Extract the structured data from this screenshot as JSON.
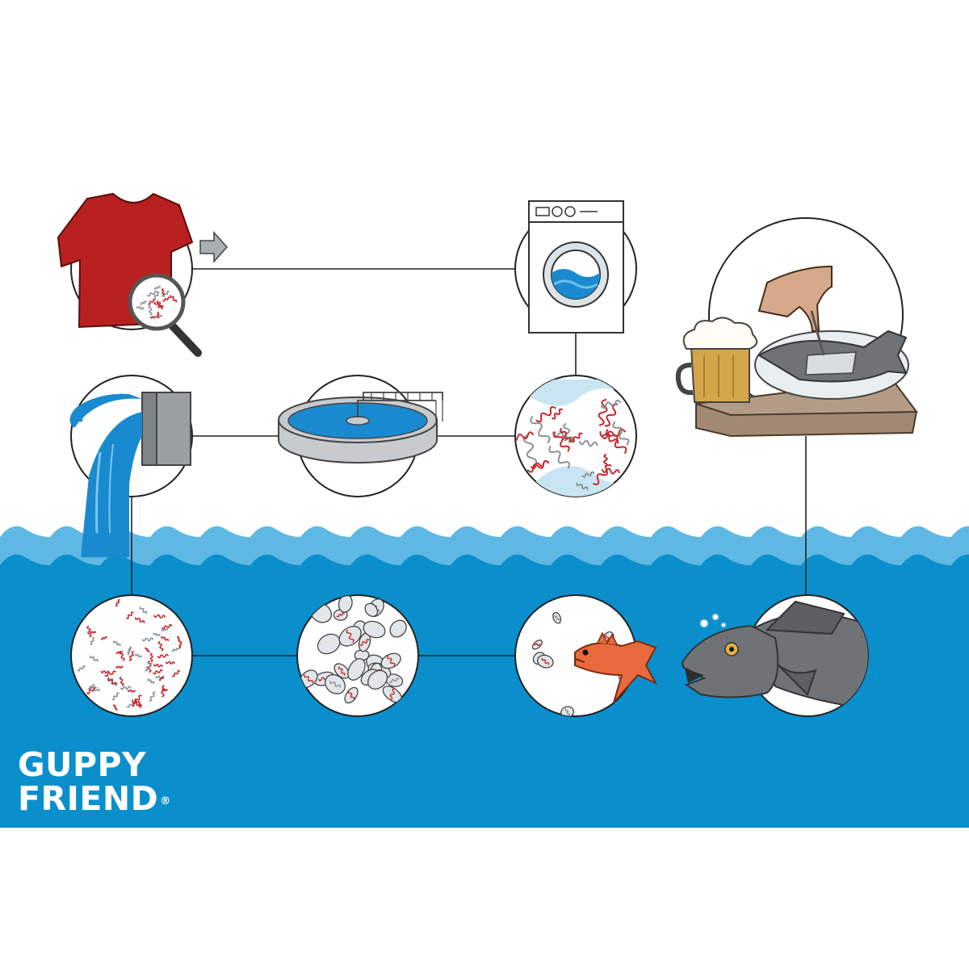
{
  "colors": {
    "sea": "#0a8fcc",
    "wave": "#5fb8e3",
    "shirt": "#b8211f",
    "fiber_red": "#c8262a",
    "fiber_gray": "#8a9196",
    "fish_gray": "#6f7376",
    "small_fish": "#e86a3c",
    "table": "#a08a74",
    "beer": "#d4a64a"
  },
  "diagram": {
    "nodes": [
      {
        "id": "t-shirt",
        "icon": "red-t-shirt-with-magnifier-icon"
      },
      {
        "id": "washing-machine",
        "icon": "washing-machine-icon"
      },
      {
        "id": "microfibers-water",
        "icon": "microfibers-in-water-icon"
      },
      {
        "id": "treatment-plant",
        "icon": "wastewater-treatment-basin-icon"
      },
      {
        "id": "outflow-pipe",
        "icon": "pipe-discharging-water-icon"
      },
      {
        "id": "microfibers-sea",
        "icon": "microfibers-in-sea-icon"
      },
      {
        "id": "plankton",
        "icon": "plankton-ingesting-fibers-icon"
      },
      {
        "id": "small-fish",
        "icon": "small-fish-eating-plankton-icon"
      },
      {
        "id": "big-fish",
        "icon": "large-fish-eating-small-fish-icon"
      },
      {
        "id": "dinner",
        "icon": "fish-dinner-with-beer-icon"
      }
    ],
    "flow_arrow": "arrow-right-icon"
  },
  "logo": {
    "line1": "GUPPY",
    "line2": "FRIEND",
    "mark": "®"
  }
}
